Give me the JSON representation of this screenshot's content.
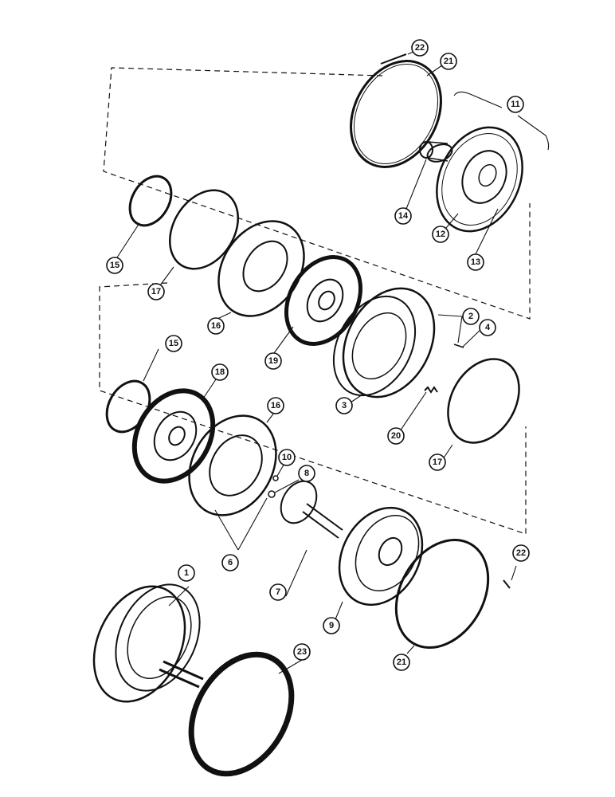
{
  "figure": {
    "callouts": [
      {
        "id": "c1",
        "label": "1"
      },
      {
        "id": "c2",
        "label": "2"
      },
      {
        "id": "c3",
        "label": "3"
      },
      {
        "id": "c4",
        "label": "4"
      },
      {
        "id": "c6",
        "label": "6"
      },
      {
        "id": "c7",
        "label": "7"
      },
      {
        "id": "c8",
        "label": "8"
      },
      {
        "id": "c9",
        "label": "9"
      },
      {
        "id": "c10",
        "label": "10"
      },
      {
        "id": "c11",
        "label": "11"
      },
      {
        "id": "c12",
        "label": "12"
      },
      {
        "id": "c13",
        "label": "13"
      },
      {
        "id": "c14",
        "label": "14"
      },
      {
        "id": "c15a",
        "label": "15"
      },
      {
        "id": "c15b",
        "label": "15"
      },
      {
        "id": "c16a",
        "label": "16"
      },
      {
        "id": "c16b",
        "label": "16"
      },
      {
        "id": "c17a",
        "label": "17"
      },
      {
        "id": "c17b",
        "label": "17"
      },
      {
        "id": "c18",
        "label": "18"
      },
      {
        "id": "c19",
        "label": "19"
      },
      {
        "id": "c20",
        "label": "20"
      },
      {
        "id": "c21a",
        "label": "21"
      },
      {
        "id": "c21b",
        "label": "21"
      },
      {
        "id": "c22a",
        "label": "22"
      },
      {
        "id": "c22b",
        "label": "22"
      },
      {
        "id": "c23",
        "label": "23"
      }
    ]
  }
}
